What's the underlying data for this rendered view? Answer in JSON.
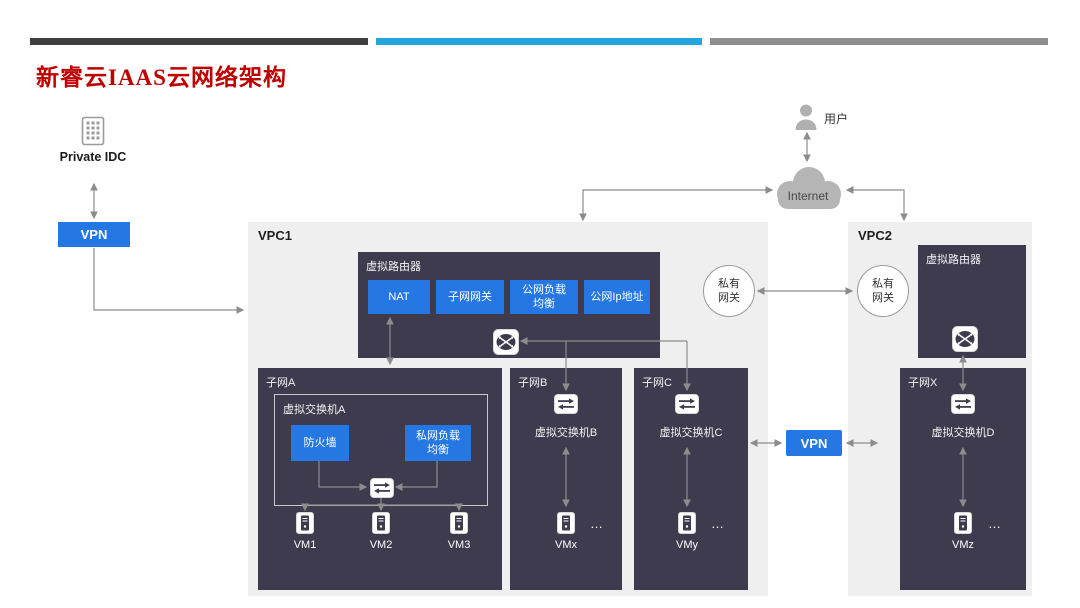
{
  "title": "新睿云IAAS云网络架构",
  "colors": {
    "accent_blue": "#2577E3",
    "title_red": "#BE0000",
    "panel_dark": "#3F3B4E",
    "vpc_bg": "#EFEFEF",
    "bar_dark": "#3F3F3F",
    "bar_cyan": "#23A5DE",
    "bar_gray": "#8D8D8D",
    "arrow_gray": "#8C8C8C"
  },
  "external": {
    "idc": "Private IDC",
    "user": "用户",
    "internet": "Internet",
    "vpn_left": "VPN",
    "vpn_mid": "VPN",
    "gateway_left": "私有\n网关",
    "gateway_right": "私有\n网关",
    "ellipsis": "…"
  },
  "vpc1": {
    "label": "VPC1",
    "router": {
      "label": "虚拟路由器",
      "nat": "NAT",
      "subnet_gw": "子网网关",
      "public_lb": "公网负载均衡",
      "public_ip": "公网Ip地址"
    },
    "subnet_a": {
      "label": "子网A",
      "switch_box": "虚拟交换机A",
      "firewall": "防火墙",
      "private_lb": "私网负载均衡",
      "vm1": "VM1",
      "vm2": "VM2",
      "vm3": "VM3"
    },
    "subnet_b": {
      "label": "子网B",
      "switch": "虚拟交换机B",
      "vm": "VMx"
    },
    "subnet_c": {
      "label": "子网C",
      "switch": "虚拟交换机C",
      "vm": "VMy"
    }
  },
  "vpc2": {
    "label": "VPC2",
    "router_label": "虚拟路由器",
    "subnet_x": {
      "label": "子网X",
      "switch": "虚拟交换机D",
      "vm": "VMz"
    }
  }
}
